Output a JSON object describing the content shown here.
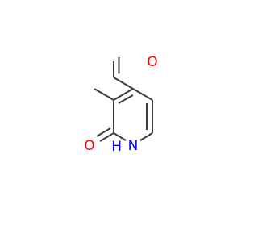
{
  "molecule": {
    "atoms": [
      {
        "id": "o_aldehyde",
        "label": "O",
        "color": "#ff0000"
      },
      {
        "id": "o_carbonyl",
        "label": "O",
        "color": "#ff0000"
      },
      {
        "id": "n_ring",
        "label": "N",
        "color": "#0000ff"
      },
      {
        "id": "h_nh",
        "label": "H",
        "color": "#0000ff"
      }
    ],
    "bond_color": "#3c3c3c"
  }
}
